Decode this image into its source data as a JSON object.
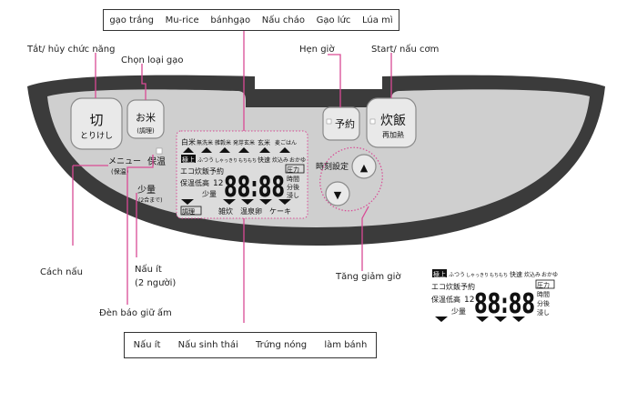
{
  "top_box": {
    "items": [
      "gạo trắng",
      "Mu-rice",
      "bánhgạo",
      "Nấu cháo",
      "Gạo lức",
      "Lúa mì"
    ]
  },
  "bottom_box": {
    "items": [
      "Nấu ít",
      "Nấu sinh thái",
      "Trứng nóng",
      "làm bánh"
    ]
  },
  "labels": {
    "on_off": "Tắt/ hủy chức năng",
    "rice_type": "Chọn loại gạo",
    "timer": "Hẹn giờ",
    "start": "Start/ nấu cơm",
    "cook_method": "Cách nấu",
    "small_qty_line1": "Nấu ít",
    "small_qty_line2": "(2 người)",
    "warm_lamp": "Đèn báo giữ ấm",
    "time_adjust": "Tăng giảm giờ"
  },
  "panel": {
    "kiri": "切",
    "torikeshi": "とりけし",
    "okome": "お米",
    "chori": "(調理)",
    "yoyaku": "予約",
    "suihan": "炊飯",
    "saikanetsu": "再加熱",
    "menu": "メニュー",
    "menu_sub": "(保温)",
    "hoon": "保温",
    "shoryo": "少量",
    "shoryo_sub": "(2合まで)",
    "jikoku": "時刻設定",
    "up_arrow": "▲",
    "down_arrow": "▼"
  },
  "lcd": {
    "rice_row": [
      "白米",
      "無洗米",
      "雑穀米",
      "発芽玄米",
      "玄米",
      "麦ごはん"
    ],
    "gokujo": "極上",
    "mode_row": [
      "ふつう",
      "しゃっきり",
      "もちもち",
      "快速",
      "炊込み",
      "おかゆ"
    ],
    "eco": "エコ炊飯",
    "yoyaku": "予約",
    "hoon_teion": "保温低高",
    "twelve": "12",
    "shoryo": "少量",
    "digits": "88:88",
    "atsuryoku": "圧力",
    "jikan": "時間",
    "fungo": "分後",
    "hitashi": "浸し",
    "chori": "調理",
    "bottom_row": [
      "雑炊",
      "温泉卵",
      "ケーキ"
    ]
  },
  "colors": {
    "panel": "#cfcfcf",
    "rim": "#3b3b3b",
    "leader": "#d94a95",
    "lcd": "#dcdcdc"
  }
}
